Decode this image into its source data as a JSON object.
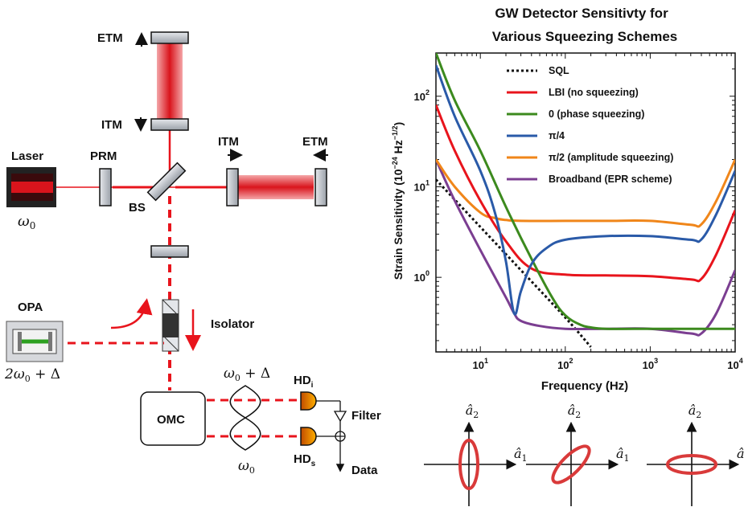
{
  "setup": {
    "labels": {
      "etm_top": "ETM",
      "itm_top": "ITM",
      "laser": "Laser",
      "prm": "PRM",
      "itm_right": "ITM",
      "etm_right": "ETM",
      "bs": "BS",
      "opa": "OPA",
      "isolator": "Isolator",
      "omc": "OMC",
      "hdi": "HD",
      "hdi_sub": "i",
      "hds": "HD",
      "hds_sub": "s",
      "filter": "Filter",
      "data": "Data"
    },
    "math": {
      "laser_freq": "ω",
      "laser_freq_sub": "0",
      "opa_freq": "2ω",
      "opa_freq_sub": "0",
      "opa_freq_tail": " + Δ",
      "upper_sideband": "ω",
      "upper_sideband_sub": "0",
      "upper_sideband_tail": " + Δ",
      "lower_sideband": "ω",
      "lower_sideband_sub": "0"
    },
    "colors": {
      "beam": "#e8141c",
      "mirror": "#b8bcc4",
      "dark": "#111111"
    }
  },
  "chart_data": {
    "type": "line",
    "title": "GW Detector Sensitivty for",
    "subtitle": "Various Squeezing Schemes",
    "xlabel": "Frequency (Hz)",
    "ylabel": "Strain Sensitivity (10",
    "ylabel_exp1": "−24",
    "ylabel_mid": " Hz",
    "ylabel_exp2": "−1/2",
    "ylabel_end": ")",
    "xscale": "log",
    "yscale": "log",
    "xlim": [
      3,
      10000
    ],
    "ylim": [
      0.15,
      300
    ],
    "xticks": [
      {
        "v": 10,
        "b": "10",
        "e": "1"
      },
      {
        "v": 100,
        "b": "10",
        "e": "2"
      },
      {
        "v": 1000,
        "b": "10",
        "e": "3"
      },
      {
        "v": 10000,
        "b": "10",
        "e": "4"
      }
    ],
    "yticks": [
      {
        "v": 1,
        "b": "10",
        "e": "0"
      },
      {
        "v": 10,
        "b": "10",
        "e": "1"
      },
      {
        "v": 100,
        "b": "10",
        "e": "2"
      }
    ],
    "legend_position": "top-right",
    "series": [
      {
        "name": "SQL",
        "color": "#111111",
        "dash": true,
        "x": [
          3,
          10,
          30,
          100,
          200
        ],
        "y": [
          12,
          3.6,
          1.2,
          0.36,
          0.17
        ]
      },
      {
        "name": "LBI (no squeezing)",
        "color": "#e8141c",
        "x": [
          3,
          5,
          10,
          20,
          40,
          100,
          300,
          1000,
          3000,
          4000,
          6000,
          10000
        ],
        "y": [
          80,
          25,
          7,
          2.5,
          1.25,
          1.07,
          1.05,
          1.03,
          0.95,
          0.96,
          1.8,
          5.5
        ]
      },
      {
        "name": "0 (phase squeezing)",
        "color": "#3c8a1e",
        "x": [
          3,
          5,
          10,
          20,
          40,
          70,
          100,
          150,
          200,
          300,
          1000,
          3000,
          4000,
          5000,
          7000,
          10000
        ],
        "y": [
          300,
          90,
          25,
          6,
          1.6,
          0.6,
          0.38,
          0.3,
          0.28,
          0.27,
          0.27,
          0.27,
          0.27,
          0.27,
          0.27,
          0.27
        ]
      },
      {
        "name": "π/4",
        "color": "#2a5aa8",
        "x": [
          3,
          5,
          10,
          15,
          20,
          25,
          30,
          40,
          60,
          100,
          300,
          1000,
          3000,
          4000,
          6000,
          10000
        ],
        "y": [
          220,
          60,
          15,
          5,
          1.5,
          0.4,
          0.7,
          1.4,
          2.1,
          2.6,
          2.85,
          2.85,
          2.6,
          2.62,
          5,
          15
        ]
      },
      {
        "name": "π/2 (amplitude squeezing)",
        "color": "#f0861a",
        "x": [
          3,
          5,
          10,
          15,
          20,
          30,
          100,
          300,
          1000,
          3000,
          4000,
          6000,
          10000
        ],
        "y": [
          20,
          10,
          5.2,
          4.5,
          4.3,
          4.2,
          4.2,
          4.2,
          4.2,
          3.8,
          3.85,
          7,
          20
        ]
      },
      {
        "name": "Broadband (EPR scheme)",
        "color": "#7b3e91",
        "x": [
          3,
          5,
          10,
          20,
          25,
          30,
          50,
          100,
          300,
          1000,
          3000,
          4000,
          6000,
          10000
        ],
        "y": [
          20,
          7,
          2,
          0.6,
          0.4,
          0.33,
          0.29,
          0.27,
          0.27,
          0.27,
          0.24,
          0.24,
          0.4,
          1.2
        ]
      }
    ]
  },
  "quadratures": {
    "axis_x": "â",
    "axis_x_sub": "1",
    "axis_y": "â",
    "axis_y_sub": "2",
    "ellipse_color": "#d93a3a",
    "ellipse_angles_deg": [
      90,
      45,
      0
    ]
  }
}
